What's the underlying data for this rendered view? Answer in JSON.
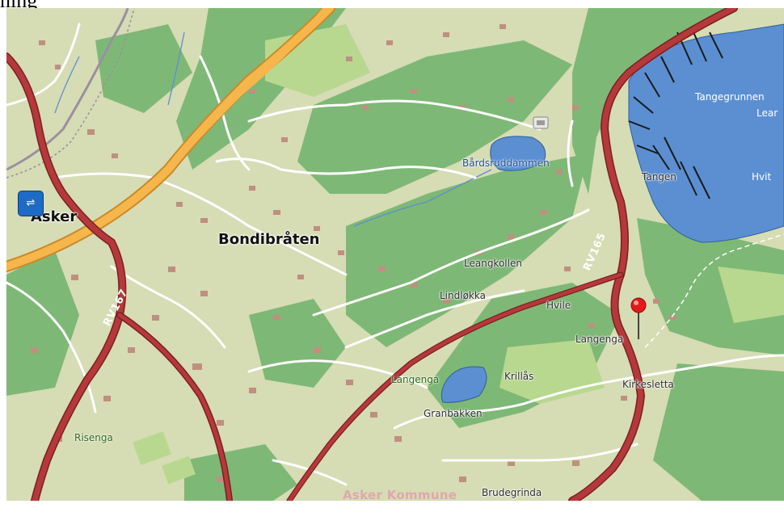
{
  "caption": "ning",
  "colors": {
    "land": "#d6dcb4",
    "forest": "#7eb876",
    "water": "#5b8fd2",
    "motorway": "#f6b64b",
    "national_road": "#b5393b",
    "minor_road": "#ffffff",
    "building": "#bf8f80",
    "marker": "#e41a1a"
  },
  "icons": {
    "station": "train-station-icon",
    "marker": "map-pin-icon",
    "poi": "building-poi-icon"
  },
  "places": {
    "asker": "Asker",
    "bondibraten": "Bondibråten",
    "tangegrunnen": "Tangegrunnen",
    "lea": "Lear",
    "tangen": "Tangen",
    "hvit": "Hvit",
    "bardsruddammen": "Bårdsruddammen",
    "leangkollen": "Leangkollen",
    "lindlokka": "Lindløkka",
    "hvile": "Hvile",
    "langenga_east": "Langenga",
    "langenga_lake": "Langenga",
    "krillas": "Krillås",
    "kirkesletta": "Kirkesletta",
    "granbakken": "Granbakken",
    "risenga": "Risenga",
    "brudegrinda": "Brudegrinda",
    "municipality": "Asker Kommune"
  },
  "roads": {
    "rv167": "RV167",
    "rv165": "RV165"
  }
}
